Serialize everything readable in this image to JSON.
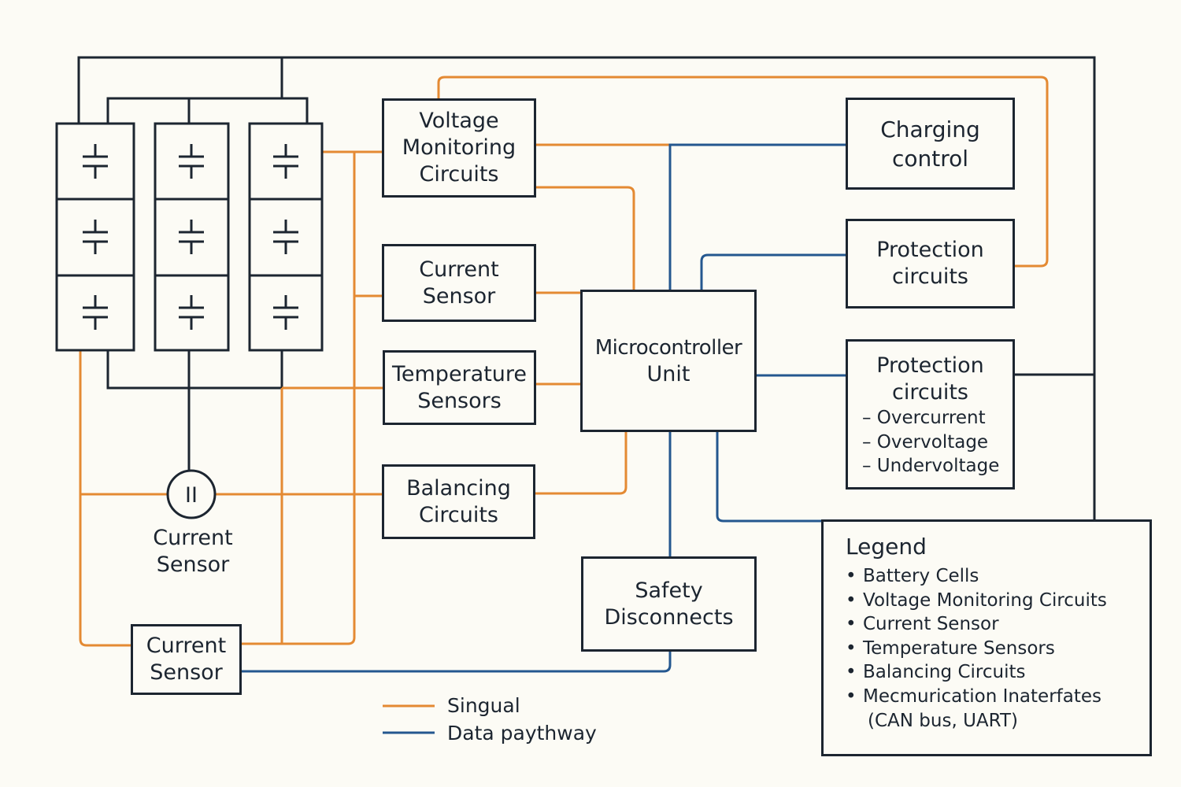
{
  "colors": {
    "signal": "#e48a33",
    "data": "#24578f",
    "stroke": "#1c2530",
    "background": "#fcfbf5"
  },
  "blocks": {
    "voltage_monitoring": [
      "Voltage",
      "Monitoring",
      "Circuits"
    ],
    "current_sensor_top": [
      "Current",
      "Sensor"
    ],
    "temperature_sensors": [
      "Temperature",
      "Sensors"
    ],
    "balancing_circuits": [
      "Balancing",
      "Circuits"
    ],
    "microcontroller": [
      "Microcontroller",
      "Unit"
    ],
    "safety_disconnects": [
      "Safety",
      "Disconnects"
    ],
    "charging_control": [
      "Charging",
      "control"
    ],
    "protection_circuits_a": [
      "Protection",
      "circuits"
    ],
    "protection_circuits_b": {
      "title": [
        "Protection",
        "circuits"
      ],
      "items": [
        "– Overcurrent",
        "– Overvoltage",
        "– Undervoltage"
      ]
    },
    "current_sensor_meter": {
      "symbol": "II",
      "label": [
        "Current",
        "Sensor"
      ]
    },
    "current_sensor_bottom": [
      "Current",
      "Sensor"
    ]
  },
  "line_key": {
    "signal_label": "Singual",
    "data_label": "Data paythway"
  },
  "legend": {
    "title": "Legend",
    "items": [
      "Battery Cells",
      "Voltage Monitoring Circuits",
      "Current Sensor",
      "Temperature Sensors",
      "Balancing Circuits",
      "Mecmurication Inaterfates"
    ],
    "sub_item": "(CAN bus, UART)"
  }
}
